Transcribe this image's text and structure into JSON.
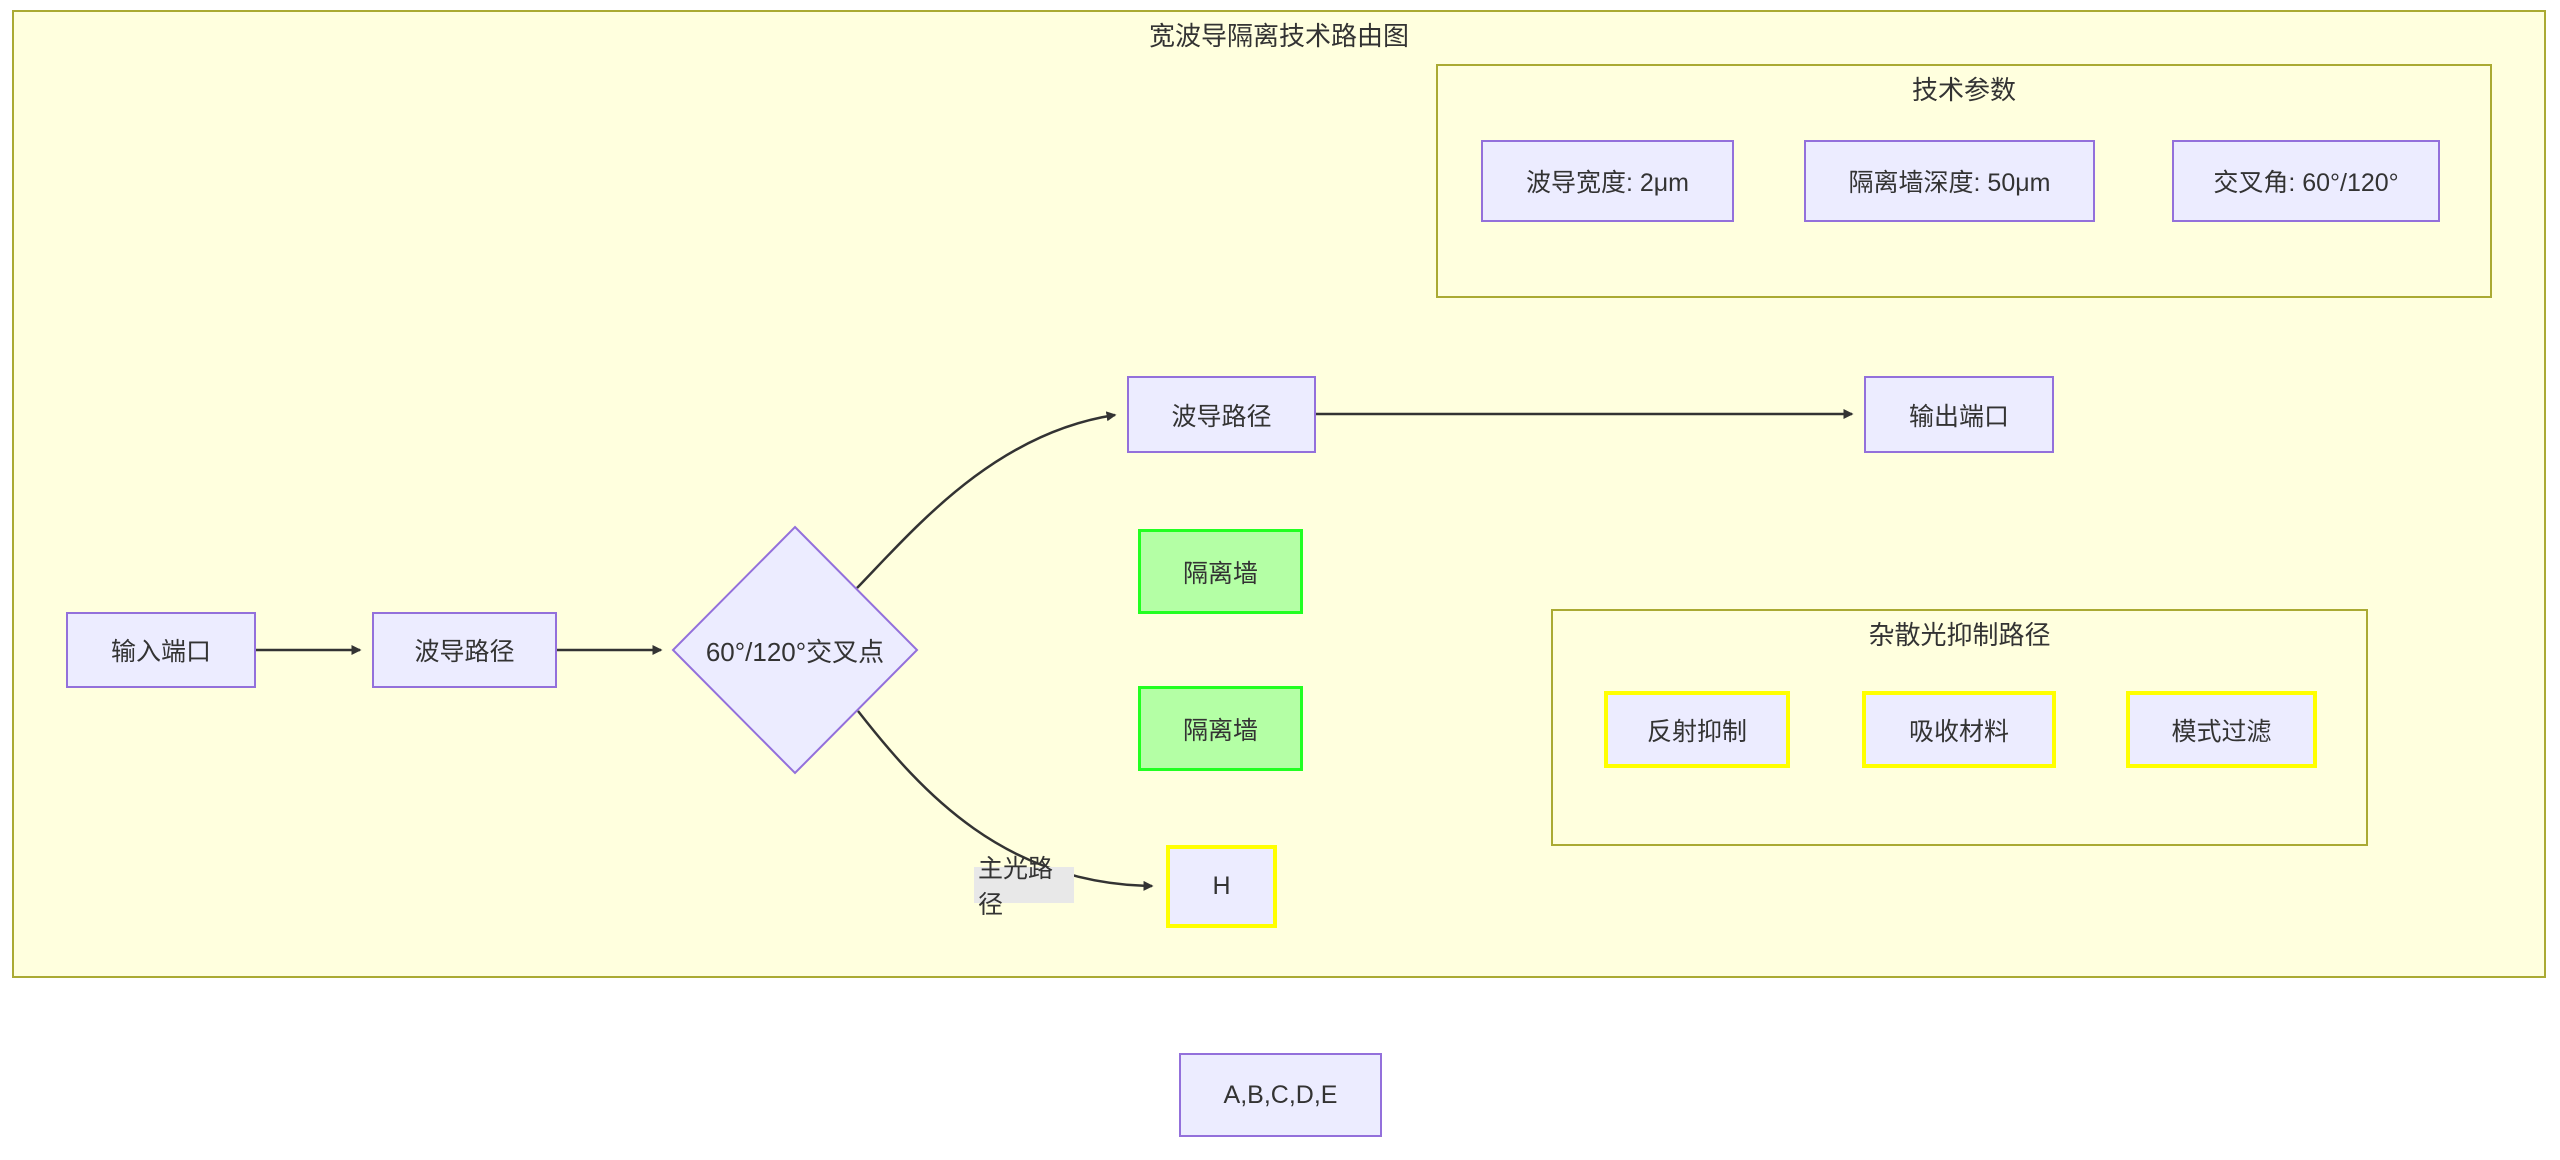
{
  "diagram": {
    "title": "宽波导隔离技术路由图",
    "clusters": {
      "tech_params": {
        "title": "技术参数",
        "items": [
          {
            "label": "波导宽度: 2μm"
          },
          {
            "label": "隔离墙深度: 50μm"
          },
          {
            "label": "交叉角: 60°/120°"
          }
        ]
      },
      "stray_light": {
        "title": "杂散光抑制路径",
        "items": [
          {
            "label": "反射抑制"
          },
          {
            "label": "吸收材料"
          },
          {
            "label": "模式过滤"
          }
        ]
      }
    },
    "nodes": {
      "input_port": {
        "label": "输入端口"
      },
      "waveguide_path_in": {
        "label": "波导路径"
      },
      "cross_point": {
        "label": "60°/120°交叉点"
      },
      "waveguide_path_out": {
        "label": "波导路径"
      },
      "output_port": {
        "label": "输出端口"
      },
      "isolation_wall_1": {
        "label": "隔离墙"
      },
      "isolation_wall_2": {
        "label": "隔离墙"
      },
      "h_node": {
        "label": "H"
      },
      "abcde_node": {
        "label": "A,B,C,D,E"
      }
    },
    "edge_labels": {
      "main_light_path": "主光路径"
    },
    "colors": {
      "container_fill": "#ffffde",
      "container_border": "#aaaa33",
      "node_fill": "#ececff",
      "node_border": "#9370db",
      "wall_fill": "#b4ffa5",
      "wall_border": "#21ff21",
      "highlight_border": "#ffff00",
      "edge_stroke": "#333333",
      "edge_label_bg": "#e8e8e8"
    }
  }
}
